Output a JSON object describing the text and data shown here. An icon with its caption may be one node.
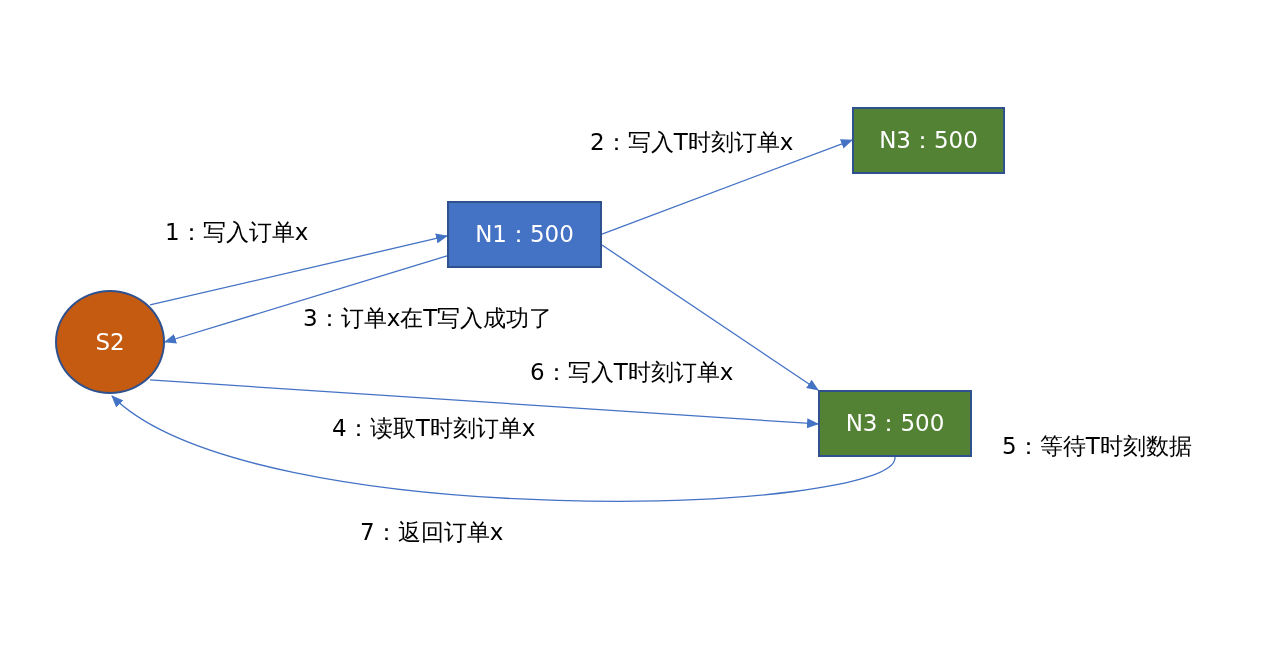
{
  "diagram": {
    "nodes": [
      {
        "text": [
          "N3：500"
        ]
      },
      {
        "text": [
          "N1：500"
        ]
      },
      {
        "text": [
          "S2"
        ]
      },
      {
        "text": [
          "N3：500"
        ],
        "beside": [
          "5：等待T时刻数据"
        ]
      }
    ],
    "edges": [
      {
        "from": 2,
        "to": 1,
        "arrow": "to",
        "label": "1：写入订单x"
      },
      {
        "from": 1,
        "to": 0,
        "arrow": "to",
        "label": "2：写入T时刻订单x"
      },
      {
        "from": 1,
        "to": 2,
        "arrow": "to",
        "label": "3：订单x在T写入成功了"
      },
      {
        "from": 2,
        "to": 3,
        "arrow": "to",
        "label": "4：读取T时刻订单x"
      },
      {
        "from": 1,
        "to": 3,
        "arrow": "to",
        "label": "6：写入T时刻订单x"
      },
      {
        "from": 3,
        "to": 2,
        "arrow": "to",
        "label": "7：返回订单x"
      }
    ]
  }
}
